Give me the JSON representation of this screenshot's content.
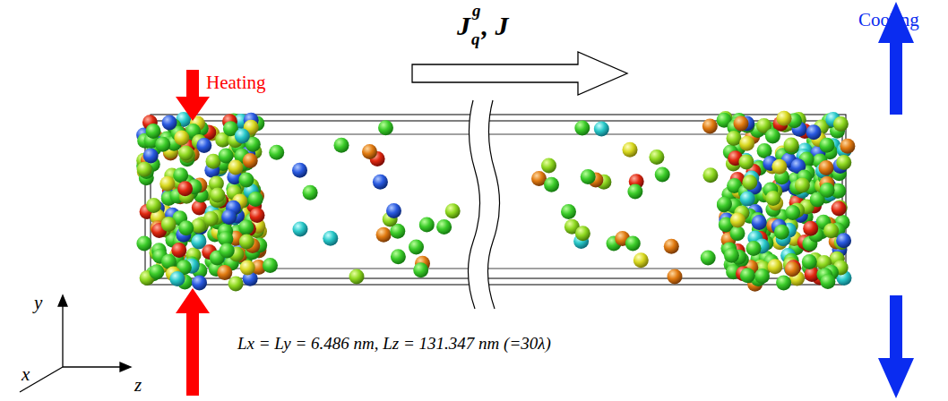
{
  "diagram": {
    "labels": [
      "J",
      "q",
      "g",
      ", J",
      "Heating",
      "Cooling",
      "y",
      "x",
      "z",
      "Lx = Ly = 6.486 nm, Lz = 131.347 nm (=30λ)"
    ]
  }
}
